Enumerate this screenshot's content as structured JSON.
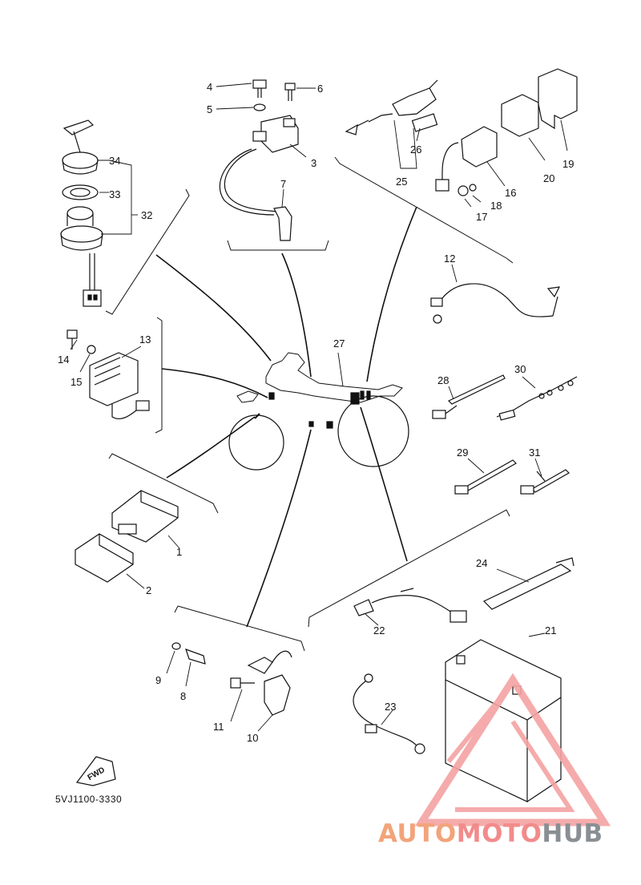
{
  "diagram": {
    "part_numbers": [
      "1",
      "2",
      "3",
      "4",
      "5",
      "6",
      "7",
      "8",
      "9",
      "10",
      "11",
      "12",
      "13",
      "14",
      "15",
      "16",
      "17",
      "18",
      "19",
      "20",
      "21",
      "22",
      "23",
      "24",
      "25",
      "26",
      "27",
      "28",
      "29",
      "30",
      "31",
      "32",
      "33",
      "34"
    ],
    "fwd_label": "FWD",
    "drawing_code": "5VJ1100-3330"
  },
  "watermark": {
    "part1": "AUTO",
    "part2": "MOTO",
    "part3": "HUB",
    "colors": {
      "auto": "#f2a47a",
      "moto": "#f28b8b",
      "hub": "#8a8f94",
      "triangle": "#f5a3a3"
    }
  }
}
